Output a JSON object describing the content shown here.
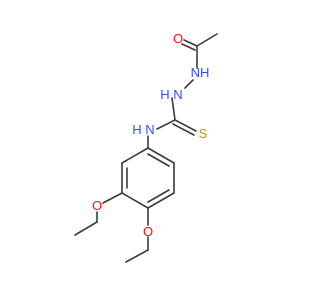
{
  "molecule": {
    "atoms": {
      "carbonyl_oxygen": "O",
      "hydrazide_nh": "NH",
      "hydrazine_n": "N",
      "hydrazine_h": "H",
      "thioamide_n": "N",
      "thioamide_h": "H",
      "thione_sulfur": "S",
      "methoxy_oxygen_3": "O",
      "methoxy_oxygen_4": "O"
    },
    "colors": {
      "bond": "#3a3a3a",
      "oxygen": "#ff0d0d",
      "nitrogen": "#3050f8",
      "sulfur": "#b2a200",
      "hydrogen": "#3050f8"
    }
  }
}
